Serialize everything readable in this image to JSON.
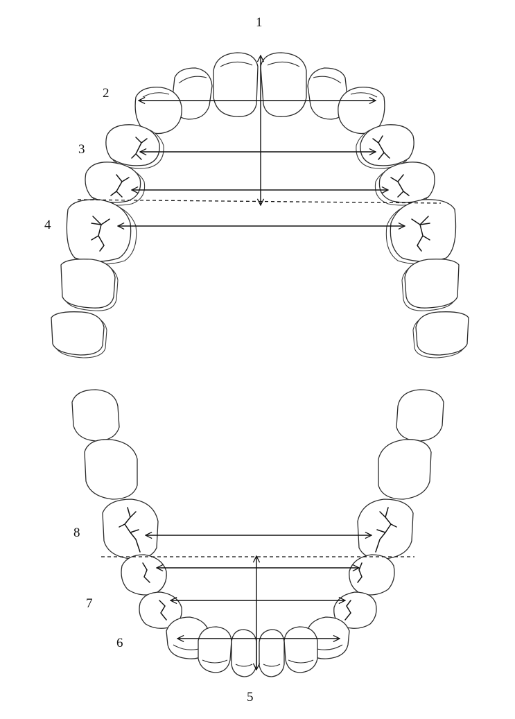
{
  "labels": {
    "m1": "1",
    "m2": "2",
    "m3": "3",
    "m4": "4",
    "m5": "5",
    "m6": "6",
    "m7": "7",
    "m8": "8"
  }
}
